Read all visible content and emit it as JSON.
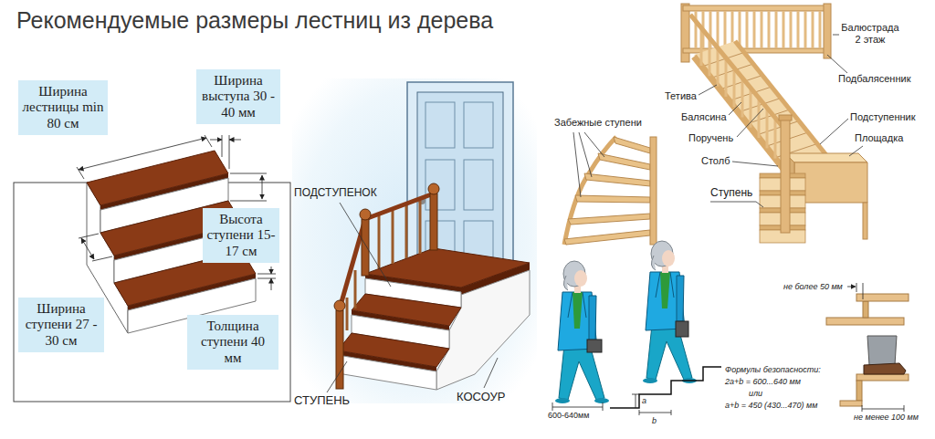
{
  "diagram": {
    "title": "Рекомендуемые размеры лестниц из дерева",
    "nodes": [
      {
        "text": [
          "Ширина лестницы min 80 см"
        ]
      },
      {
        "text": [
          "Ширина выступа 30 - 40 мм"
        ]
      },
      {
        "text": [
          "Высота ступени 15-17 см"
        ]
      },
      {
        "text": [
          "Ширина ступени 27 - 30 см"
        ]
      },
      {
        "text": [
          "Толщина ступени 40 мм"
        ]
      }
    ],
    "labels": [
      "ПОДСТУПЕНОК",
      "СТУПЕНЬ",
      "КОСОУР",
      "Балюстрада 2 этаж",
      "Подбалясенник",
      "Тетива",
      "Балясина",
      "Подступенник",
      "Поручень",
      "Площадка",
      "Столб",
      "Ступень",
      "Забежные ступени",
      "600-640мм",
      "a",
      "b",
      "Формулы безопасности:",
      "2a+b = 600...640 мм",
      "или",
      "a+b = 450 (430...470) мм",
      "не более 50 мм",
      "не менее 100 мм"
    ]
  }
}
